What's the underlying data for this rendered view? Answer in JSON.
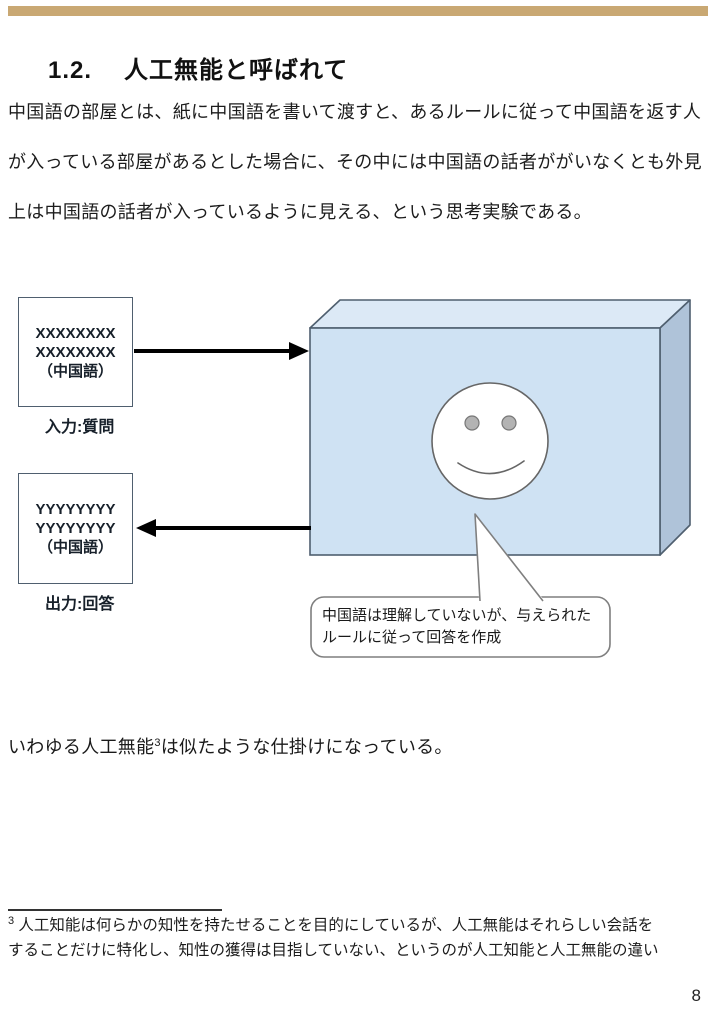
{
  "page": {
    "number": "8",
    "accent_color": "#C9A873"
  },
  "heading": {
    "number": "1.2.",
    "title": "人工無能と呼ばれて"
  },
  "intro": {
    "lines": [
      "中国語の部屋とは、紙に中国語を書いて渡すと、あるルールに従って中国語を返す人",
      "が入っている部屋があるとした場合に、その中には中国語の話者ががいなくとも外見",
      "上は中国語の話者が入っているように見える、という思考実験である。"
    ]
  },
  "diagram": {
    "input_box": {
      "lines": [
        "XXXXXXXX",
        "XXXXXXXX",
        "（中国語）"
      ],
      "label": "入力:質問"
    },
    "output_box": {
      "lines": [
        "YYYYYYYY",
        "YYYYYYYY",
        "（中国語）"
      ],
      "label": "出力:回答"
    },
    "bubble": {
      "line1": "中国語は理解していないが、与えられた",
      "line2": "ルールに従って回答を作成"
    },
    "colors": {
      "box_fill": "#CFE2F3",
      "box_top_fill": "#DCE9F6",
      "box_side_fill": "#AFC3D9",
      "box_stroke": "#4f5f6f",
      "face_fill": "#ffffff",
      "face_stroke": "#666666",
      "eye_fill": "#b3b3b3",
      "bubble_stroke": "#7f7f7f",
      "arrow_color": "#000000"
    }
  },
  "body": {
    "pre": "いわゆる人工無能",
    "footnote_ref": "3",
    "post": "は似たような仕掛けになっている。"
  },
  "footnote": {
    "marker": "3",
    "line1": " 人工知能は何らかの知性を持たせることを目的にしているが、人工無能はそれらしい会話を",
    "line2": "することだけに特化し、知性の獲得は目指していない、というのが人工知能と人工無能の違い"
  }
}
